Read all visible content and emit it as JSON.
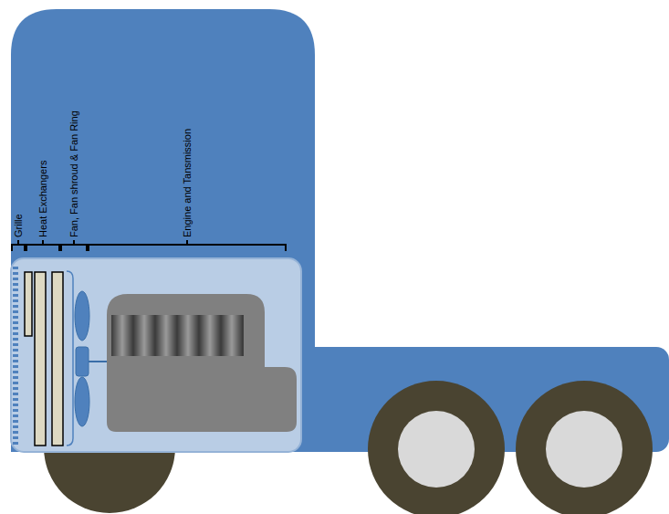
{
  "diagram": {
    "labels": [
      "Grille",
      "Heat Exchangers",
      "Fan, Fan shroud & Fan Ring",
      "Engine and Tansmission"
    ]
  }
}
